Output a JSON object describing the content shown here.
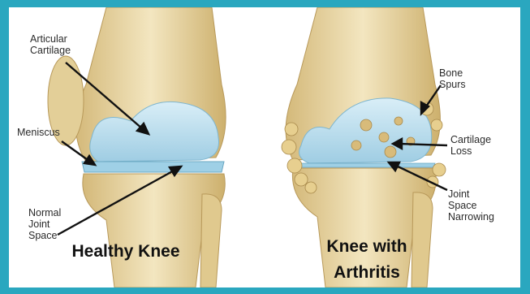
{
  "labels": {
    "articular_cartilage_1": "Articular",
    "articular_cartilage_2": "Cartilage",
    "meniscus": "Meniscus",
    "normal_joint_space_1": "Normal",
    "normal_joint_space_2": "Joint",
    "normal_joint_space_3": "Space",
    "bone_spurs_1": "Bone",
    "bone_spurs_2": "Spurs",
    "cartilage_loss_1": "Cartilage",
    "cartilage_loss_2": "Loss",
    "joint_space_narrowing_1": "Joint",
    "joint_space_narrowing_2": "Space",
    "joint_space_narrowing_3": "Narrowing"
  },
  "captions": {
    "healthy": "Healthy Knee",
    "arthritis_1": "Knee with",
    "arthritis_2": "Arthritis"
  },
  "colors": {
    "frame": "#2aa7bf",
    "bone": "#e9d7a6",
    "cartilage": "#bfe0ee"
  }
}
